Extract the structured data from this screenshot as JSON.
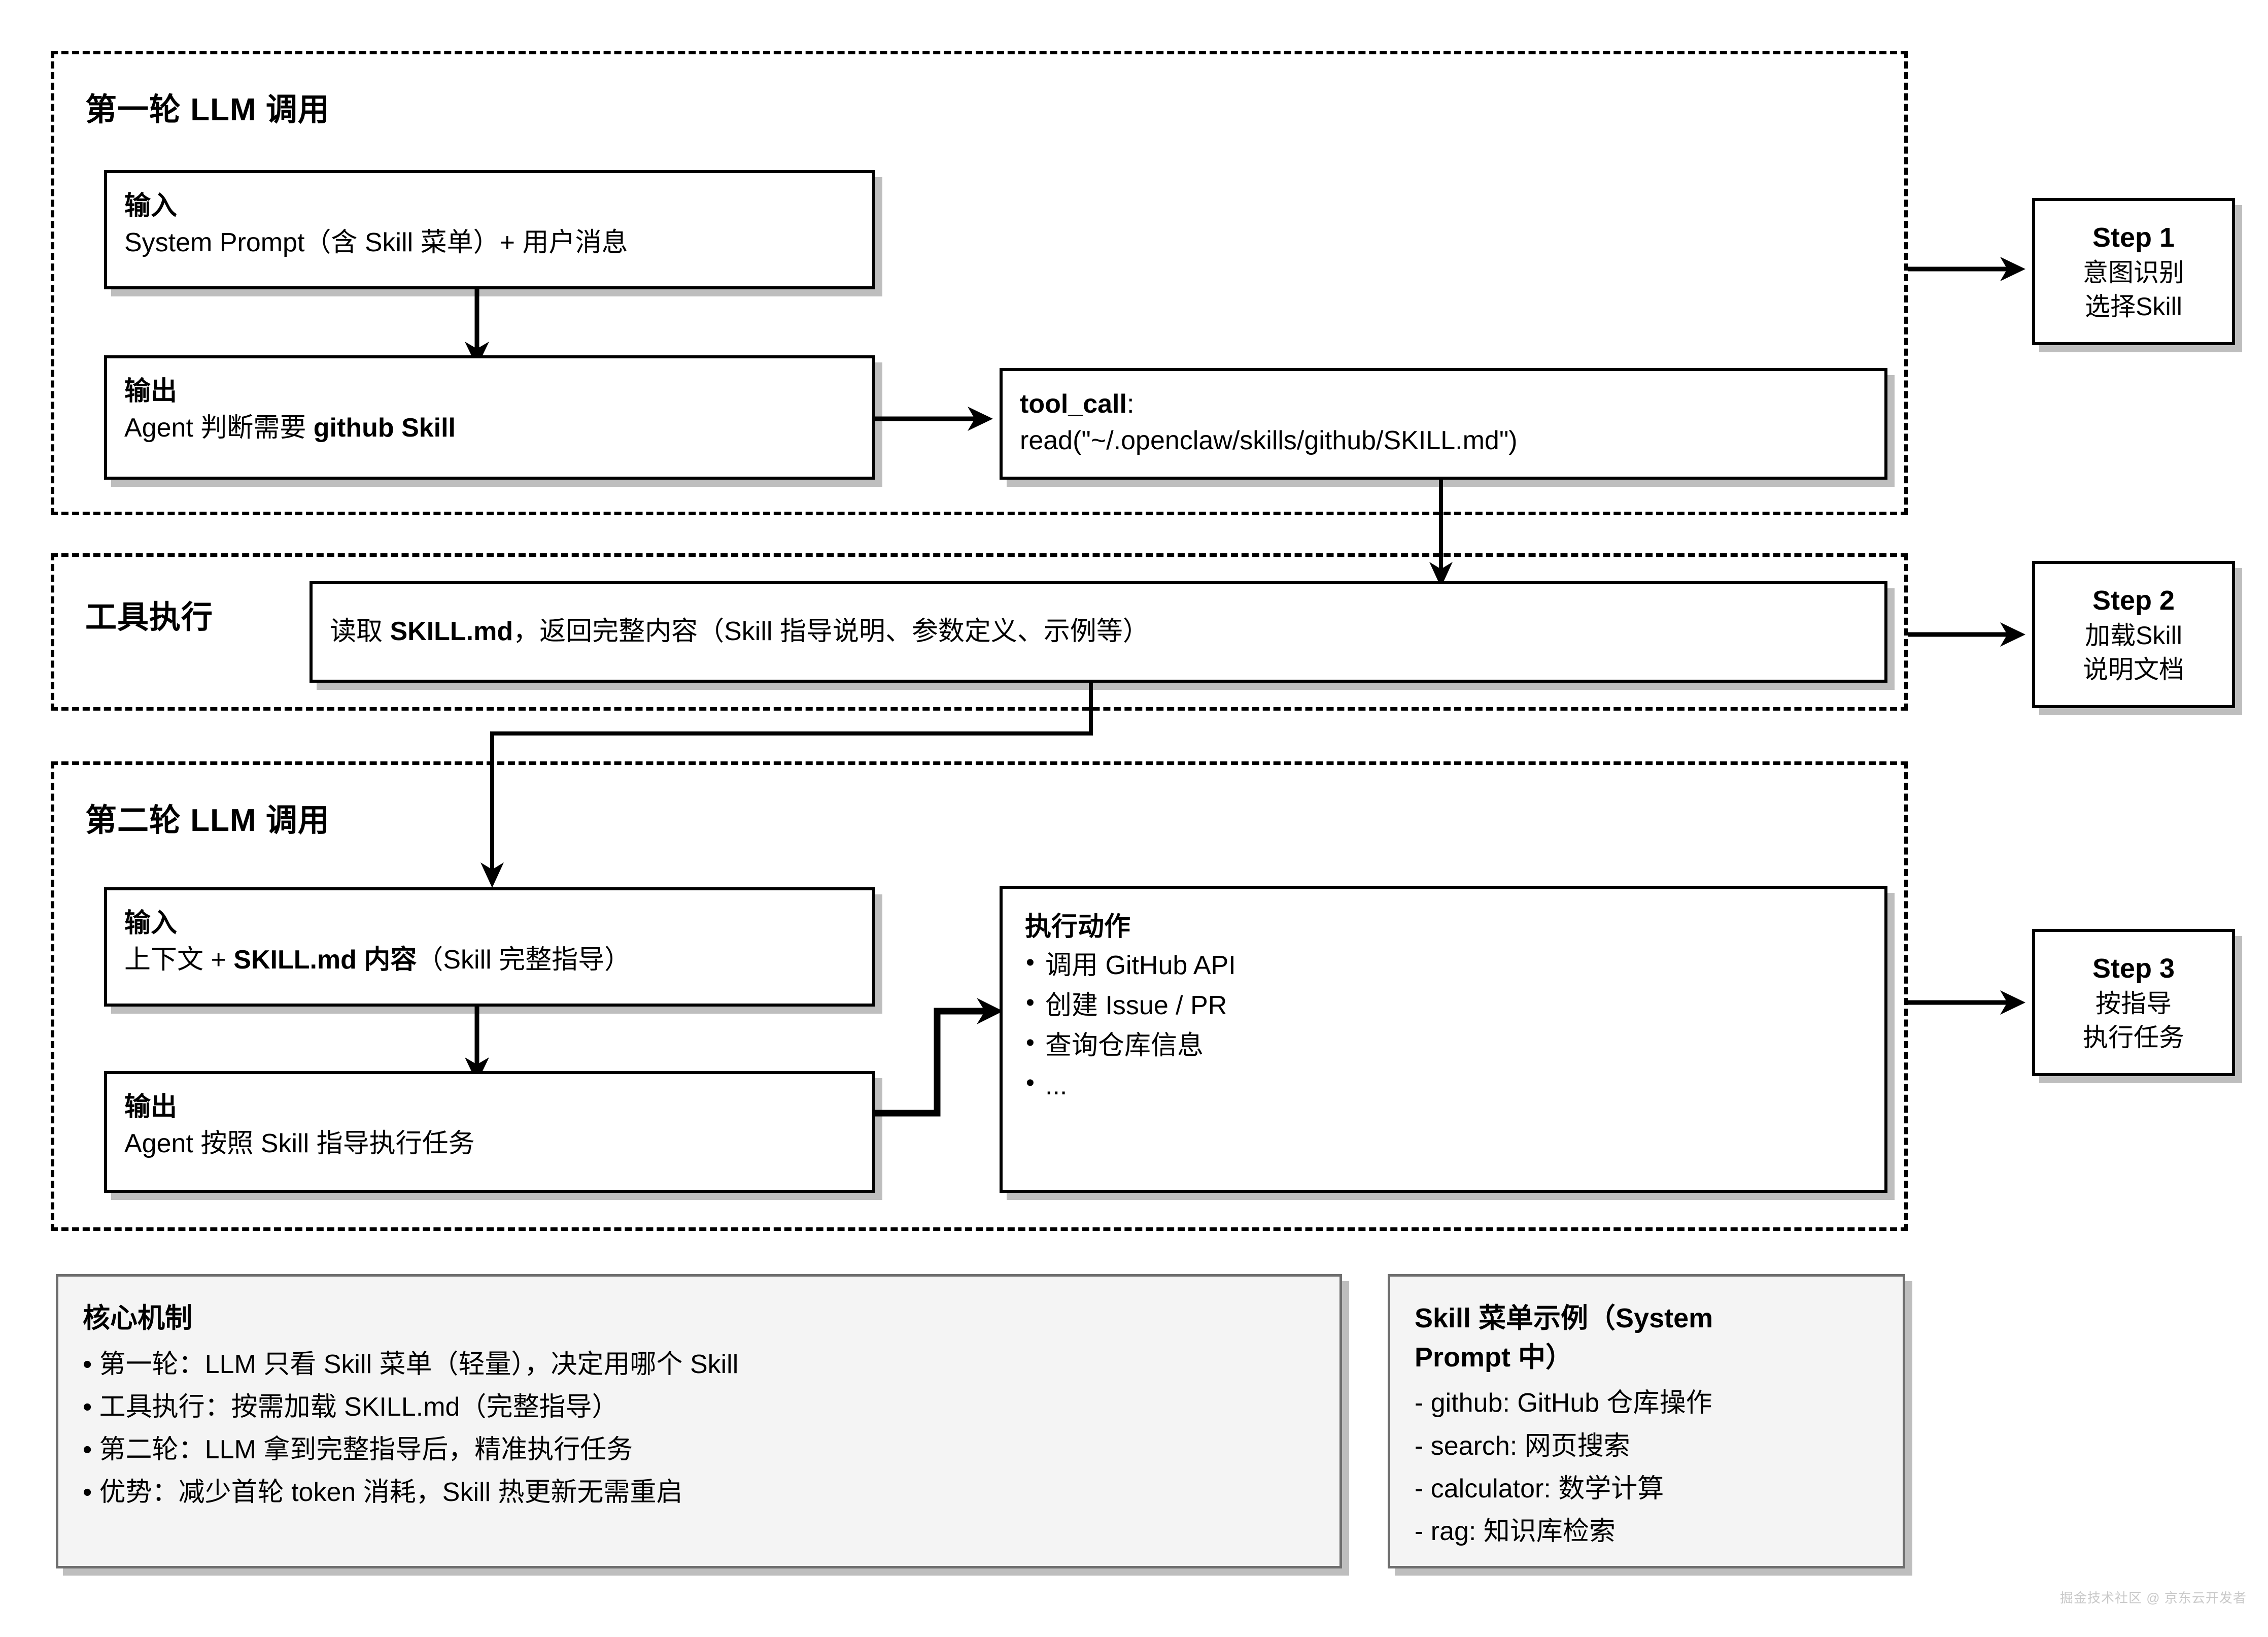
{
  "diagram": {
    "groups": [
      {
        "id": "round1",
        "title": "第一轮 LLM 调用"
      },
      {
        "id": "tool",
        "title": "工具执行"
      },
      {
        "id": "round2",
        "title": "第二轮 LLM 调用"
      }
    ],
    "round1": {
      "input": {
        "label": "输入",
        "text_plain": "System Prompt（含 Skill 菜单）+ 用户消息"
      },
      "output": {
        "label": "输出",
        "text_prefix": "Agent 判断需要 ",
        "text_bold": "github Skill"
      },
      "tool_call": {
        "label": "tool_call",
        "label_suffix": ":",
        "call": "read(\"~/.openclaw/skills/github/SKILL.md\")"
      }
    },
    "tool_exec": {
      "text_prefix": "读取 ",
      "text_bold": "SKILL.md",
      "text_suffix": "，返回完整内容（Skill 指导说明、参数定义、示例等）"
    },
    "round2": {
      "input": {
        "label": "输入",
        "text_prefix": "上下文 + ",
        "text_bold": "SKILL.md 内容",
        "text_suffix": "（Skill 完整指导）"
      },
      "output": {
        "label": "输出",
        "text_plain": "Agent 按照 Skill 指导执行任务"
      },
      "actions": {
        "title": "执行动作",
        "items": [
          "调用 GitHub API",
          "创建 Issue / PR",
          "查询仓库信息",
          "..."
        ]
      }
    },
    "steps": [
      {
        "title": "Step 1",
        "lines": [
          "意图识别",
          "选择Skill"
        ]
      },
      {
        "title": "Step 2",
        "lines": [
          "加载Skill",
          "说明文档"
        ]
      },
      {
        "title": "Step 3",
        "lines": [
          "按指导",
          "执行任务"
        ]
      }
    ],
    "notes": {
      "core": {
        "title": "核心机制",
        "items": [
          "• 第一轮：LLM 只看 Skill 菜单（轻量），决定用哪个 Skill",
          "• 工具执行：按需加载 SKILL.md（完整指导）",
          "• 第二轮：LLM 拿到完整指导后，精准执行任务",
          "• 优势：减少首轮 token 消耗，Skill 热更新无需重启"
        ]
      },
      "menu": {
        "title_line1": "Skill 菜单示例（System",
        "title_line2": "Prompt 中）",
        "items": [
          "- github: GitHub 仓库操作",
          "- search: 网页搜索",
          "- calculator: 数学计算",
          "- rag: 知识库检索"
        ]
      }
    },
    "watermark": "掘金技术社区 @ 京东云开发者",
    "colors": {
      "node_border": "#000000",
      "node_fill": "#ffffff",
      "shadow": "#bebebe",
      "panel_fill": "#f4f4f4",
      "panel_border": "#6e6e6e",
      "watermark": "#c9c9c9"
    }
  }
}
